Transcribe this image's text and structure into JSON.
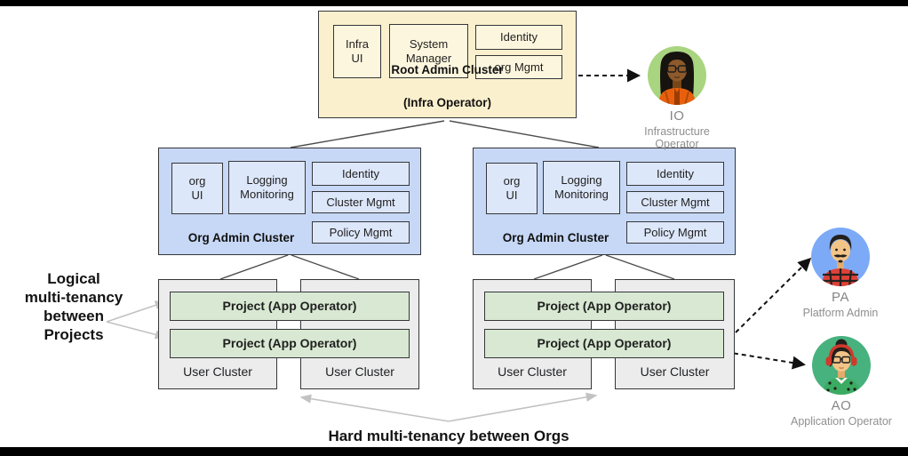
{
  "root_cluster": {
    "infra_ui": "Infra\nUI",
    "system_manager": "System\nManager",
    "identity": "Identity",
    "org_mgmt": "org Mgmt",
    "title": "Root Admin Cluster",
    "subtitle": "(Infra Operator)"
  },
  "org_clusters": [
    {
      "org_ui": "org\nUI",
      "logging": "Logging\nMonitoring",
      "identity": "Identity",
      "cluster_mgmt": "Cluster Mgmt",
      "policy_mgmt": "Policy Mgmt",
      "label": "Org Admin Cluster"
    },
    {
      "org_ui": "org\nUI",
      "logging": "Logging\nMonitoring",
      "identity": "Identity",
      "cluster_mgmt": "Cluster Mgmt",
      "policy_mgmt": "Policy Mgmt",
      "label": "Org Admin Cluster"
    }
  ],
  "user_cluster_groups": [
    {
      "projects": [
        "Project (App Operator)",
        "Project (App Operator)"
      ],
      "clusters": [
        "User Cluster",
        "User Cluster"
      ]
    },
    {
      "projects": [
        "Project (App Operator)",
        "Project  (App Operator)"
      ],
      "clusters": [
        "User Cluster",
        "User Cluster"
      ]
    }
  ],
  "personas": [
    {
      "code": "IO",
      "role": "Infrastructure Operator",
      "icon": "io-avatar",
      "circle_color": "#a9d480"
    },
    {
      "code": "PA",
      "role": "Platform Admin",
      "icon": "pa-avatar",
      "circle_color": "#7caaf7"
    },
    {
      "code": "AO",
      "role": "Application Operator",
      "icon": "ao-avatar",
      "circle_color": "#47b27e"
    }
  ],
  "annotations": {
    "left": "Logical\nmulti-tenancy\nbetween\nProjects",
    "bottom": "Hard multi-tenancy between Orgs"
  },
  "colors": {
    "root_fill": "#fbf0cd",
    "root_inner_fill": "#fdf6de",
    "org_fill": "#c7d8f6",
    "org_inner_fill": "#dde7fa",
    "user_cluster_fill": "#ececec",
    "project_fill": "#d8e8d2",
    "box_border": "#35363a",
    "connector_line": "#4d4d4d",
    "gray_arrow": "#c2c2c2",
    "dashed_arrow": "#111111"
  }
}
